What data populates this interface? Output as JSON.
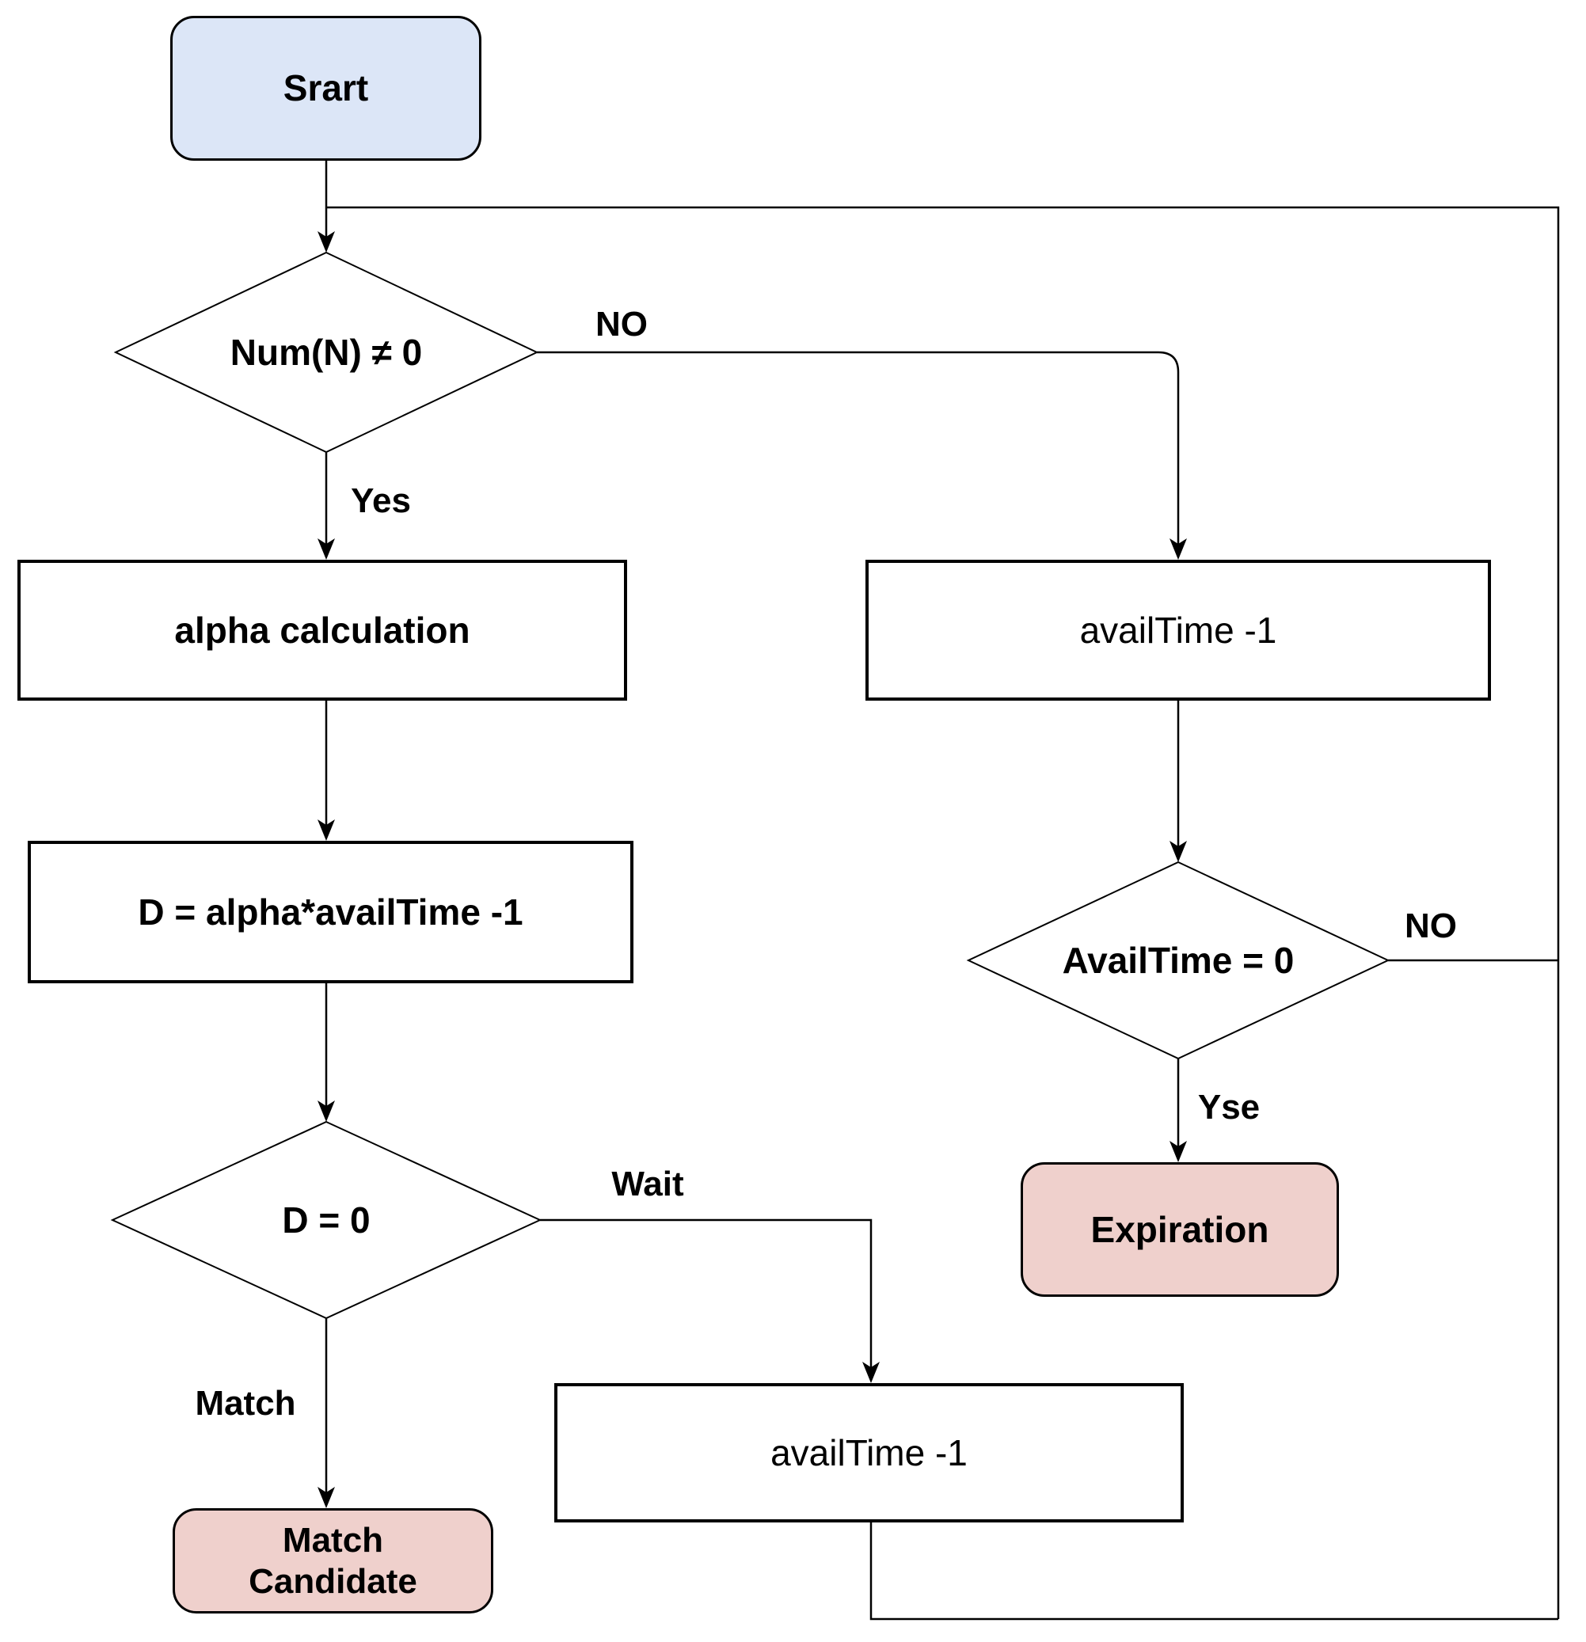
{
  "flowchart": {
    "nodes": {
      "start": {
        "label": "Srart"
      },
      "check_num": {
        "label": "Num(N) ≠ 0"
      },
      "alpha_calc": {
        "label": "alpha calculation"
      },
      "d_calc": {
        "label": "D = alpha*availTime -1"
      },
      "check_d": {
        "label": "D = 0"
      },
      "match_candidate": {
        "label": "Match\nCandidate"
      },
      "avail_decrement_right": {
        "label": "availTime -1"
      },
      "check_avail": {
        "label": "AvailTime = 0"
      },
      "expiration": {
        "label": "Expiration"
      },
      "avail_decrement_bottom": {
        "label": "availTime -1"
      }
    },
    "edge_labels": {
      "num_no": "NO",
      "num_yes": "Yes",
      "d_wait": "Wait",
      "d_match": "Match",
      "avail_yes": "Yse",
      "avail_no": "NO"
    },
    "colors": {
      "start_fill": "#dce6f7",
      "end_fill": "#efd0cc",
      "process_fill": "#ffffff",
      "stroke": "#000000"
    }
  }
}
